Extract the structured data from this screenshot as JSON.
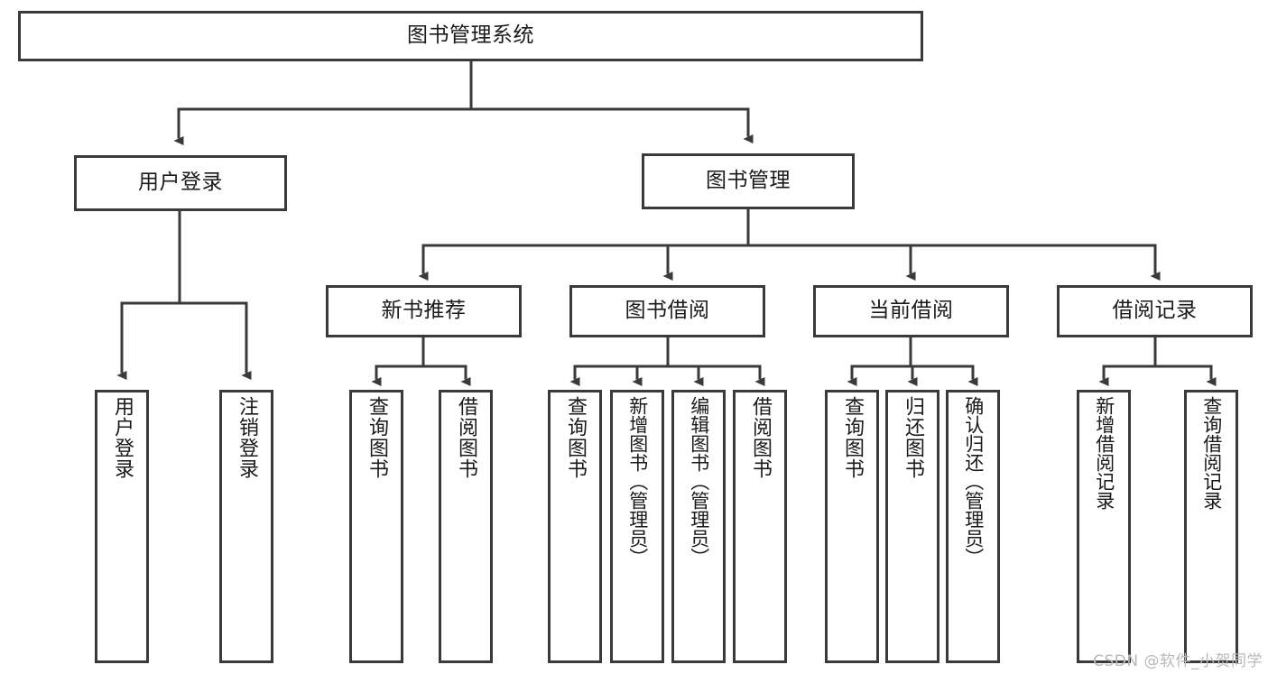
{
  "diagram": {
    "title": "图书管理系统",
    "type": "hierarchy-tree",
    "stroke_color": "#3a3a3a",
    "fill_color": "#ffffff",
    "text_color": "#1a1a1a",
    "root": {
      "label": "图书管理系统"
    },
    "level1": [
      {
        "label": "用户登录"
      },
      {
        "label": "图书管理"
      }
    ],
    "level2": [
      {
        "label": "新书推荐"
      },
      {
        "label": "图书借阅"
      },
      {
        "label": "当前借阅"
      },
      {
        "label": "借阅记录"
      }
    ],
    "leaves": {
      "user_login": [
        {
          "label": "用户登录"
        },
        {
          "label": "注销登录"
        }
      ],
      "new_book_recommend": [
        {
          "label": "查询图书"
        },
        {
          "label": "借阅图书"
        }
      ],
      "book_borrow": [
        {
          "label": "查询图书"
        },
        {
          "label": "新增图书（管理员）"
        },
        {
          "label": "编辑图书（管理员）"
        },
        {
          "label": "借阅图书"
        }
      ],
      "current_borrow": [
        {
          "label": "查询图书"
        },
        {
          "label": "归还图书"
        },
        {
          "label": "确认归还（管理员）"
        }
      ],
      "borrow_record": [
        {
          "label": "新增借阅记录"
        },
        {
          "label": "查询借阅记录"
        }
      ]
    }
  },
  "watermark": {
    "text": "CSDN @软件_小贺同学"
  }
}
